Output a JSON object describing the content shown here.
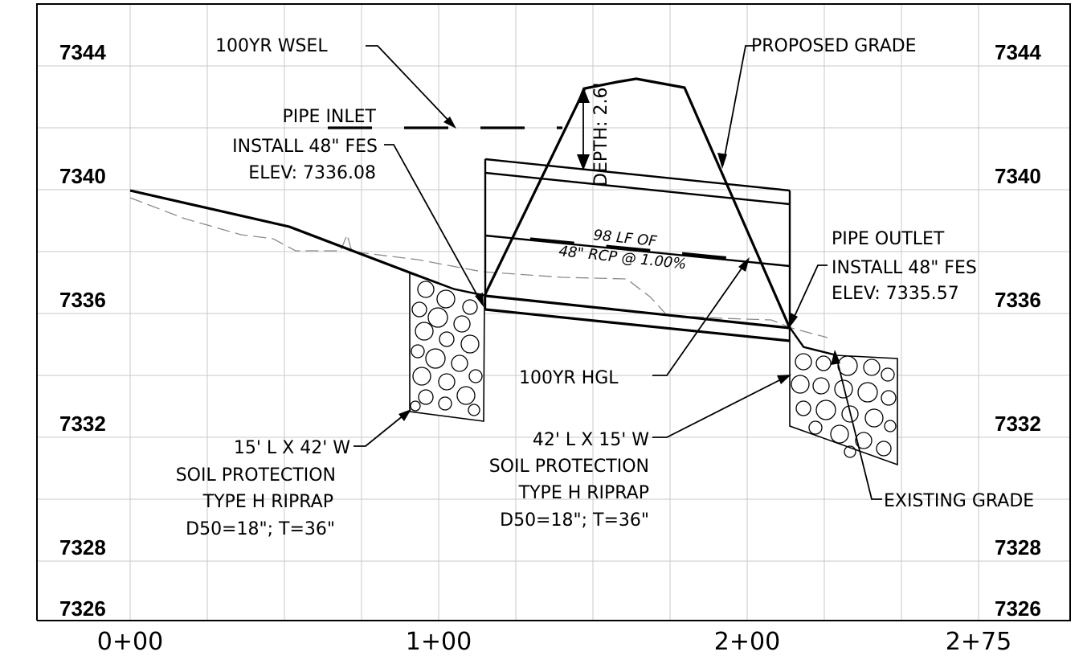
{
  "elevations": {
    "e7344": "7344",
    "e7340": "7340",
    "e7336": "7336",
    "e7332": "7332",
    "e7328": "7328",
    "e7326": "7326"
  },
  "stations": {
    "s0": "0+00",
    "s1": "1+00",
    "s2": "2+00",
    "s275": "2+75"
  },
  "labels": {
    "wsel": "100YR WSEL",
    "proposed_grade": "PROPOSED GRADE",
    "pipe_inlet": "PIPE INLET",
    "inlet_install": "INSTALL 48\" FES",
    "inlet_elev": "ELEV: 7336.08",
    "depth": "DEPTH: 2.6'",
    "pipe_lf": "98 LF OF",
    "pipe_rcp": "48\" RCP @ 1.00%",
    "pipe_outlet": "PIPE OUTLET",
    "outlet_install": "INSTALL 48\" FES",
    "outlet_elev": "ELEV: 7335.57",
    "hgl": "100YR HGL",
    "existing_grade": "EXISTING GRADE",
    "riprap_left_line1": "15' L X 42' W",
    "riprap_left_line2": "SOIL PROTECTION",
    "riprap_left_line3": "TYPE H RIPRAP",
    "riprap_left_line4": "D50=18\";  T=36\"",
    "riprap_right_line1": "42' L X 15' W",
    "riprap_right_line2": "SOIL PROTECTION",
    "riprap_right_line3": "TYPE H RIPRAP",
    "riprap_right_line4": "D50=18\";  T=36\""
  }
}
